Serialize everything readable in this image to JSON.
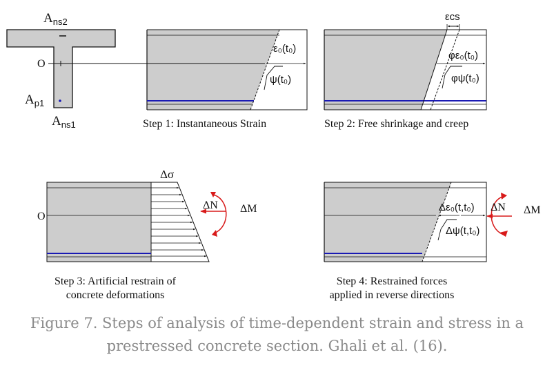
{
  "colors": {
    "concrete": "#cdcdcd",
    "line": "#111111",
    "steel": "#1a1ab4",
    "arrow_red": "#d81a1a",
    "caption": "#8a8a8a"
  },
  "section": {
    "top_steel_label": "A",
    "top_steel_sub": "ns2",
    "axis_label": "O",
    "prestress_label": "A",
    "prestress_sub": "p1",
    "bottom_steel_label": "A",
    "bottom_steel_sub": "ns1"
  },
  "step1": {
    "caption": "Step 1:  Instantaneous  Strain",
    "strain_label": "ε₀(t₀)",
    "curvature_label": "ψ(t₀)"
  },
  "step2": {
    "caption": "Step 2: Free shrinkage and creep",
    "shrinkage_label": "εcs",
    "creep_strain_label": "φε₀(t₀)",
    "creep_curvature_label": "φψ(t₀)"
  },
  "step3": {
    "caption_line1": "Step 3: Artificial restrain of",
    "caption_line2": "concrete deformations",
    "stress_label": "Δσ",
    "axis_label": "O",
    "force_label": "ΔN",
    "moment_label": "ΔM"
  },
  "step4": {
    "caption_line1": "Step 4: Restrained forces",
    "caption_line2": "applied in reverse directions",
    "strain_label": "Δε₀(t,t₀)",
    "curvature_label": "Δψ(t,t₀)",
    "force_label": "ΔN",
    "moment_label": "ΔM"
  },
  "figure_caption": {
    "line1": "Figure 7. Steps of analysis of time-dependent strain and stress in a",
    "line2": "prestressed concrete section. Ghali et al. (16)."
  },
  "icons": [
    "force-arrow-icon",
    "moment-arrow-icon",
    "stress-arrow-icon"
  ]
}
